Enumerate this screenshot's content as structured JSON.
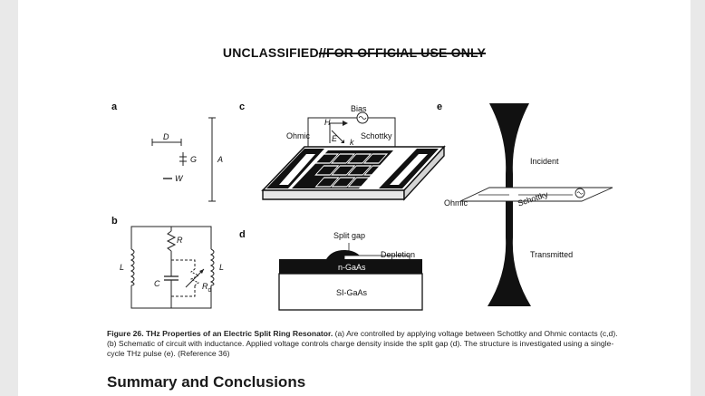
{
  "header": {
    "classification": "UNCLASSIFIED",
    "struck": "//FOR OFFICIAL USE ONLY"
  },
  "figure": {
    "panels": {
      "a": {
        "label": "a",
        "dim_d": "D",
        "dim_g": "G",
        "dim_w": "W",
        "dim_a": "A"
      },
      "b": {
        "label": "b",
        "r": "R",
        "l_left": "L",
        "l_right": "L",
        "c": "C",
        "rd": "R",
        "rd_sub": "d"
      },
      "c": {
        "label": "c",
        "bias": "Bias",
        "ohmic": "Ohmic",
        "schottky": "Schottky",
        "h": "H",
        "e": "E",
        "k": "k"
      },
      "d": {
        "label": "d",
        "split_gap": "Split gap",
        "depletion": "Depletion",
        "ngaas": "n-GaAs",
        "sigaas": "SI-GaAs"
      },
      "e": {
        "label": "e",
        "incident": "Incident",
        "ohmic": "Ohmic",
        "schottky": "Schottky",
        "transmitted": "Transmitted"
      }
    },
    "caption": {
      "title": "Figure 26. THz Properties of an Electric Split Ring Resonator.",
      "body": " (a) Are controlled by applying voltage between Schottky and Ohmic contacts (c,d). (b) Schematic of circuit with inductance. Applied voltage controls charge density inside the split gap (d). The structure is investigated using a single-cycle THz pulse (e). (Reference 36)"
    }
  },
  "section": {
    "title": "Summary and Conclusions"
  }
}
